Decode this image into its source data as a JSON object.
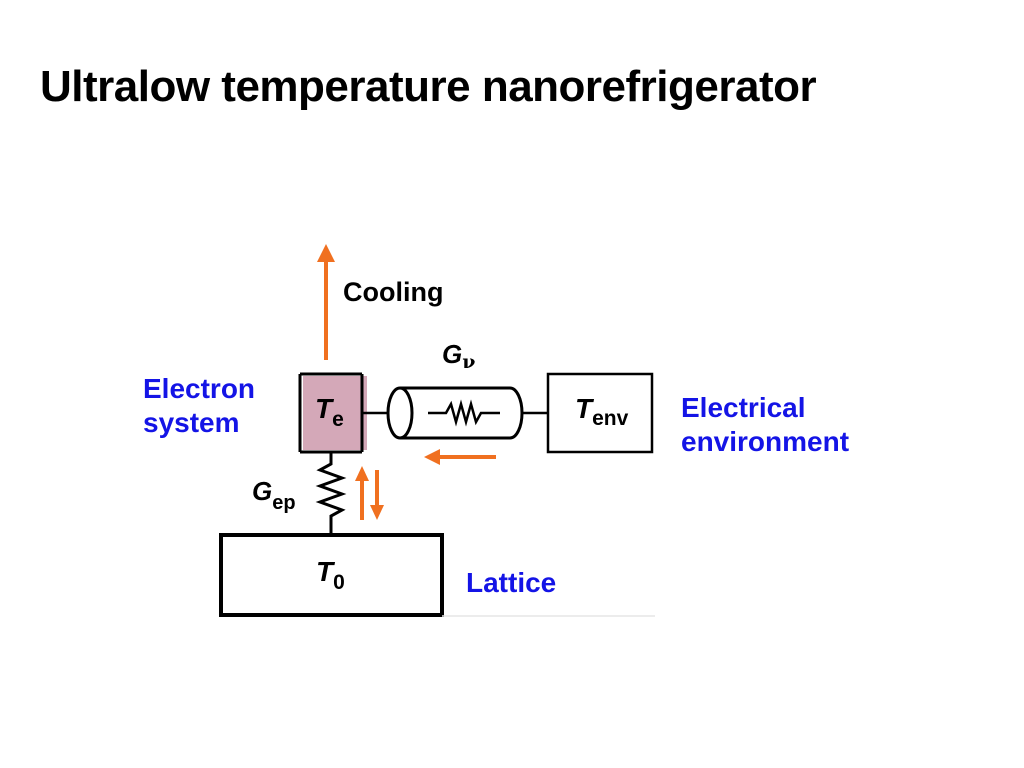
{
  "slide": {
    "title": "Ultralow temperature nanorefrigerator"
  },
  "diagram": {
    "cooling_label": "Cooling",
    "electron_system_label": [
      "Electron",
      "system"
    ],
    "electrical_environment_label": [
      "Electrical",
      "environment"
    ],
    "lattice_label": "Lattice",
    "symbols": {
      "Te": {
        "main": "T",
        "sub": "e"
      },
      "Tenv": {
        "main": "T",
        "sub": "env"
      },
      "T0": {
        "main": "T",
        "sub": "0"
      },
      "Gv": {
        "main": "G",
        "sub": "ν"
      },
      "Gep": {
        "main": "G",
        "sub": "ep"
      }
    },
    "colors": {
      "arrow": "#f07020",
      "label_blue": "#1414e6",
      "electron_box_fill": "#d4a8b8",
      "outline": "#000000"
    }
  }
}
